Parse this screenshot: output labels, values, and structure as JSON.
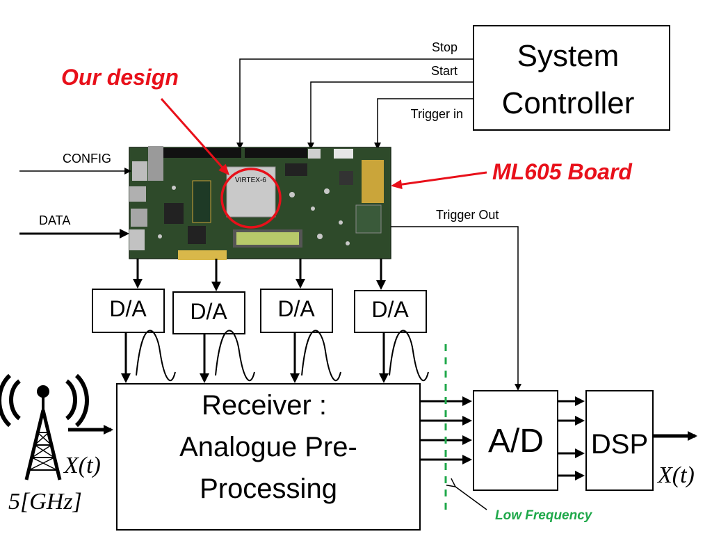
{
  "labels": {
    "stop": "Stop",
    "start": "Start",
    "trigger_in": "Trigger in",
    "system_controller_line1": "System",
    "system_controller_line2": "Controller",
    "our_design": "Our design",
    "ml605_board": "ML605 Board",
    "config": "CONFIG",
    "data": "DATA",
    "trigger_out": "Trigger Out",
    "da": "D/A",
    "receiver_line1": "Receiver :",
    "receiver_line2": "Analogue Pre-",
    "receiver_line3": "Processing",
    "ad": "A/D",
    "dsp": "DSP",
    "low_frequency": "Low Frequency",
    "signal_in": "X(t)",
    "signal_out": "X(t)",
    "frequency": "5[GHz]"
  },
  "colors": {
    "annotation_red": "#e8101a",
    "low_freq_green": "#1fa84a",
    "pcb_green": "#2e4a2a",
    "chip_gray": "#c9c9c9",
    "lcd_green": "#b7c96a"
  },
  "icons": {
    "antenna": "radio-tower-icon",
    "sine": "sine-wave-icon"
  }
}
